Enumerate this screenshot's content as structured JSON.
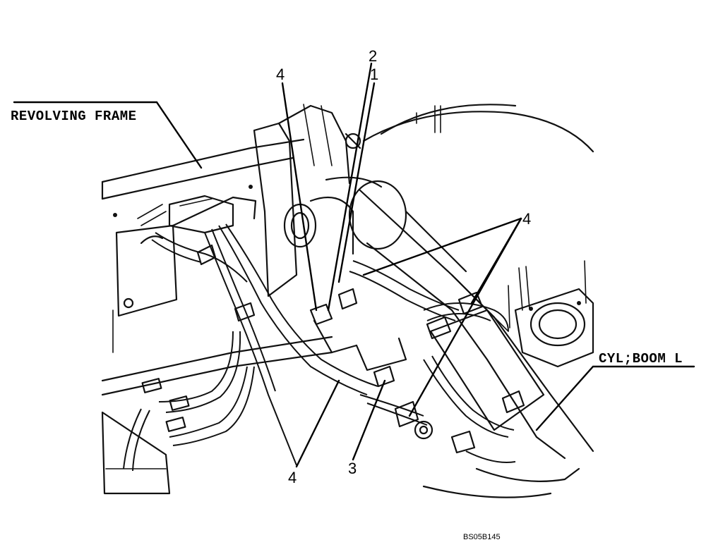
{
  "labels": {
    "revolving_frame": "REVOLVING FRAME",
    "cylinder_boom": "CYL;BOOM L"
  },
  "callouts": {
    "c1": "1",
    "c2": "2",
    "c3": "3",
    "c4_top": "4",
    "c4_right": "4",
    "c4_bottom": "4"
  },
  "drawing_code": "BS05B145"
}
